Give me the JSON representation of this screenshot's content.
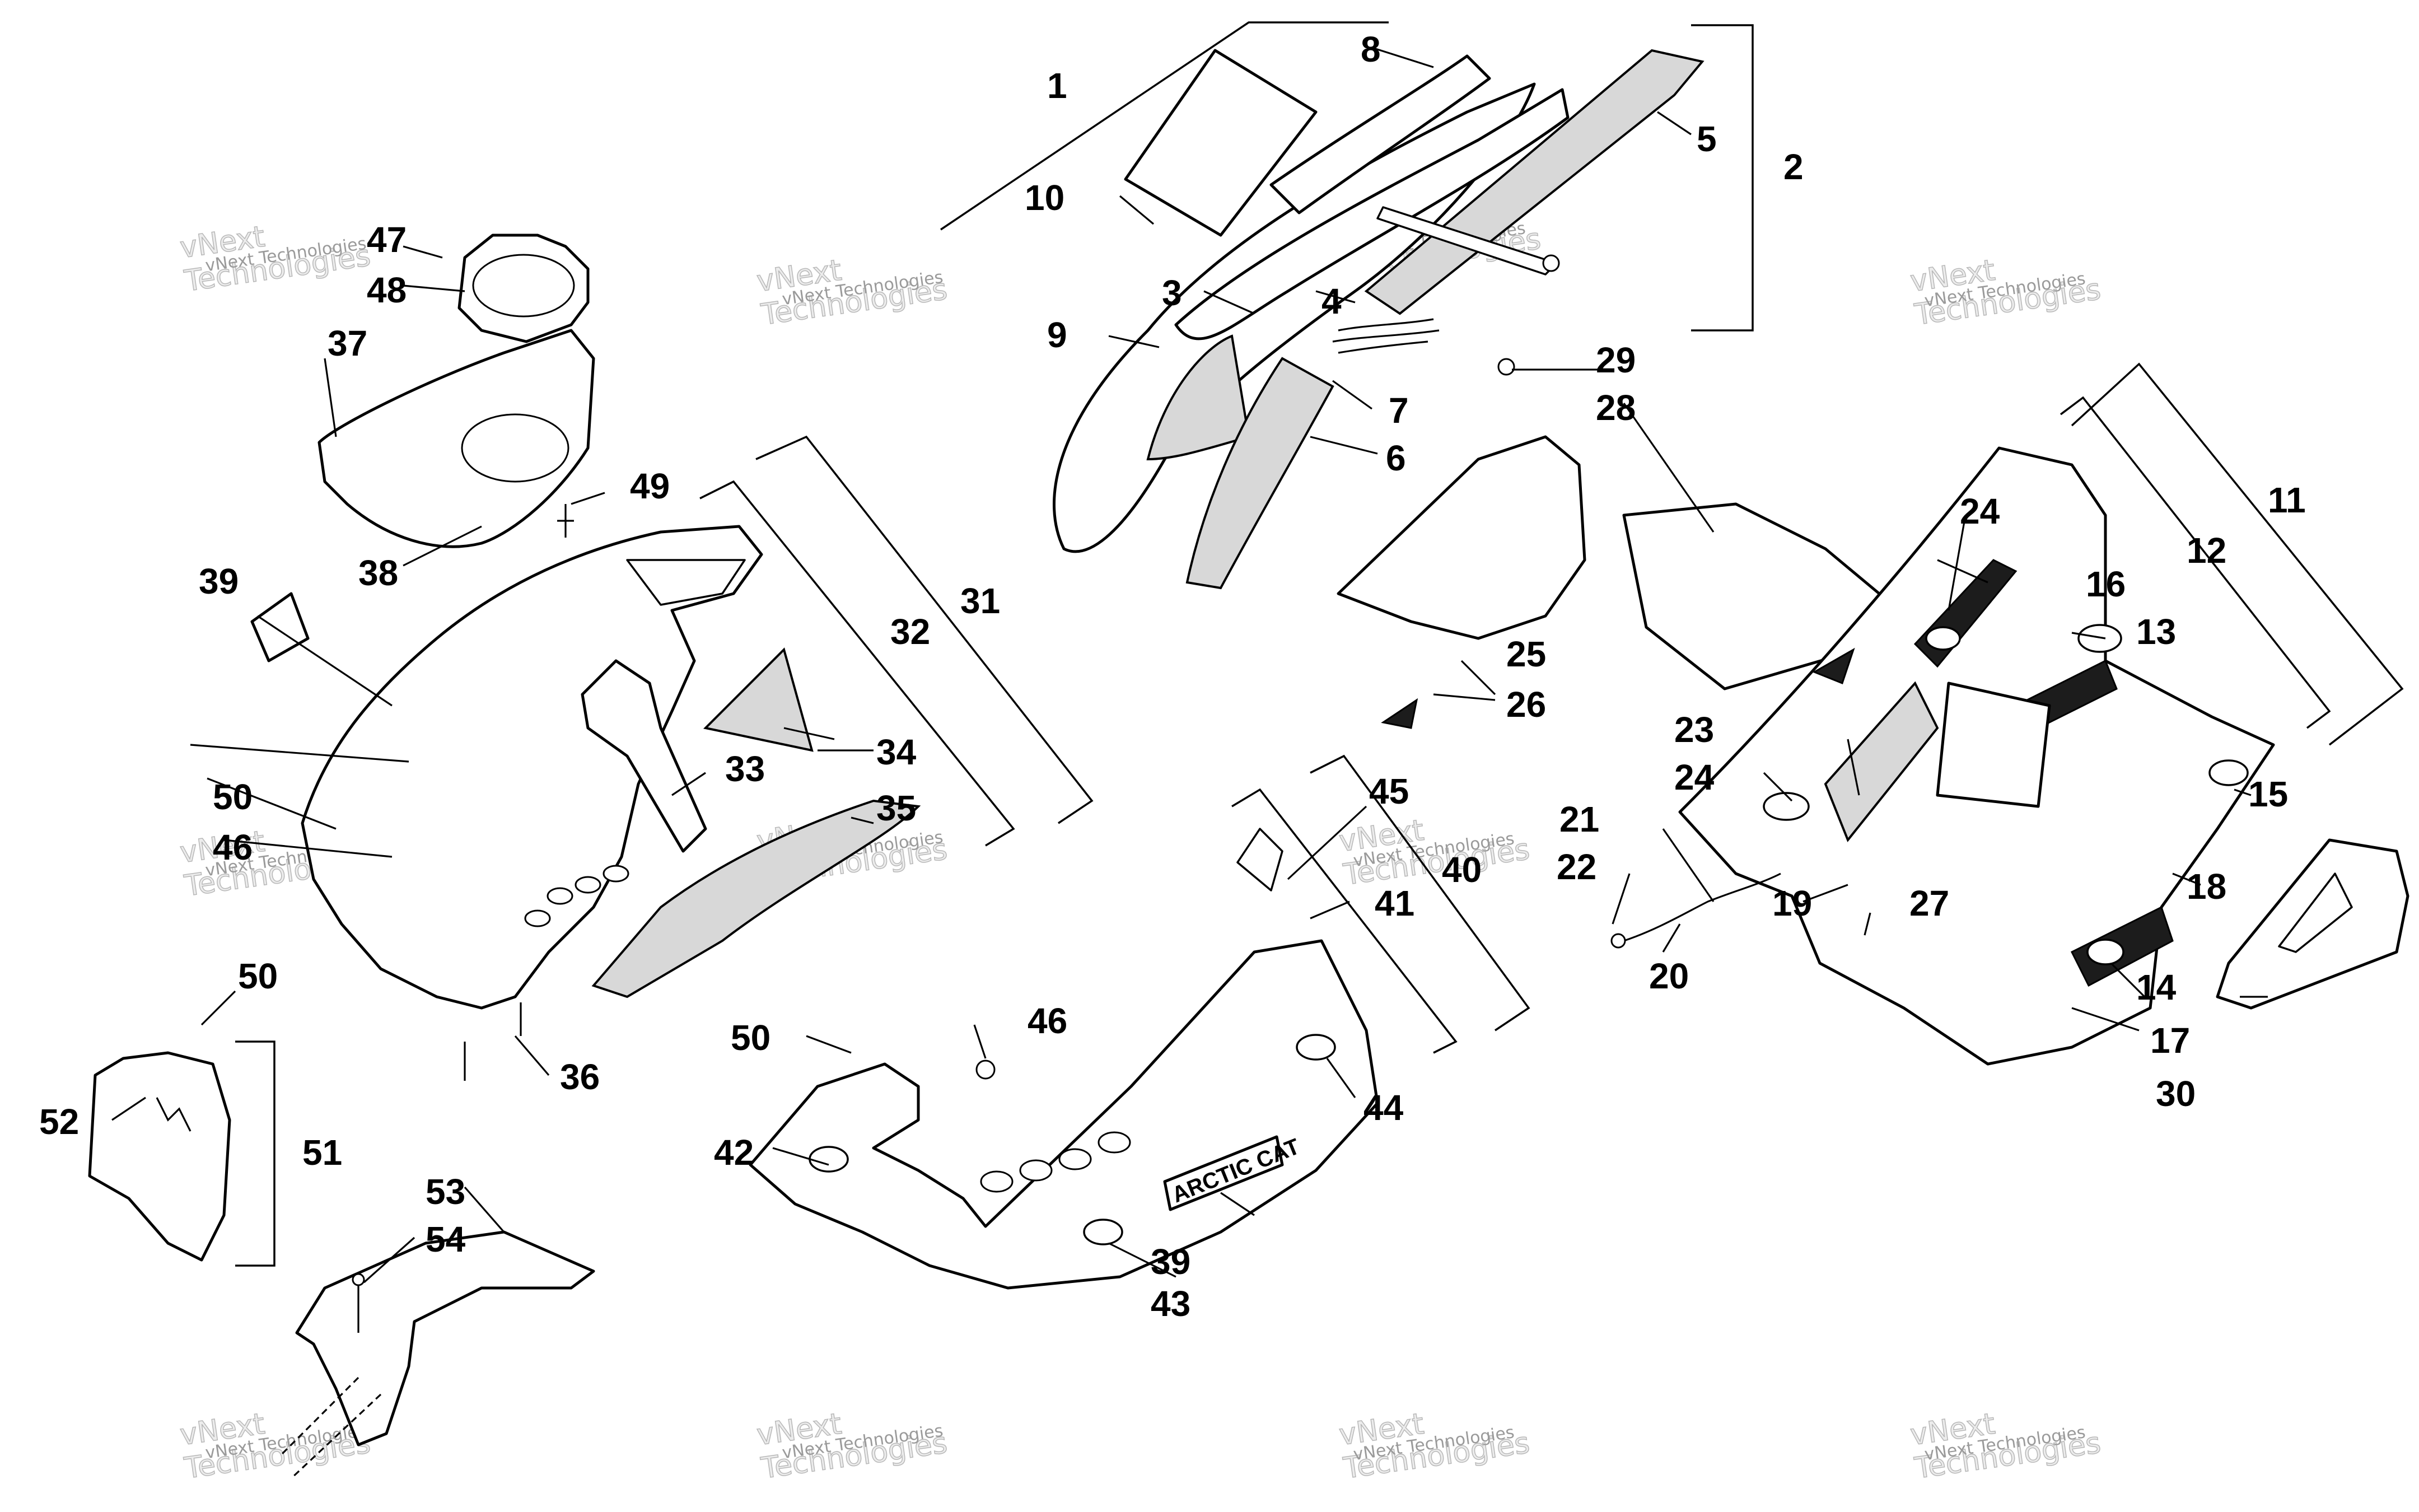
{
  "callouts": [
    "1",
    "2",
    "3",
    "4",
    "5",
    "6",
    "7",
    "8",
    "9",
    "10",
    "11",
    "12",
    "13",
    "14",
    "15",
    "16",
    "17",
    "18",
    "19",
    "20",
    "21",
    "22",
    "23",
    "24",
    "24",
    "25",
    "26",
    "27",
    "28",
    "29",
    "30",
    "31",
    "32",
    "33",
    "34",
    "35",
    "36",
    "37",
    "38",
    "39",
    "39",
    "40",
    "41",
    "42",
    "43",
    "44",
    "45",
    "46",
    "46",
    "47",
    "48",
    "49",
    "50",
    "50",
    "50",
    "51",
    "52",
    "53",
    "54"
  ],
  "watermark": {
    "text": "vNext Technologies",
    "line1": "vNext",
    "line2": "Technologies"
  },
  "decal_text": "ARCTIC CAT"
}
